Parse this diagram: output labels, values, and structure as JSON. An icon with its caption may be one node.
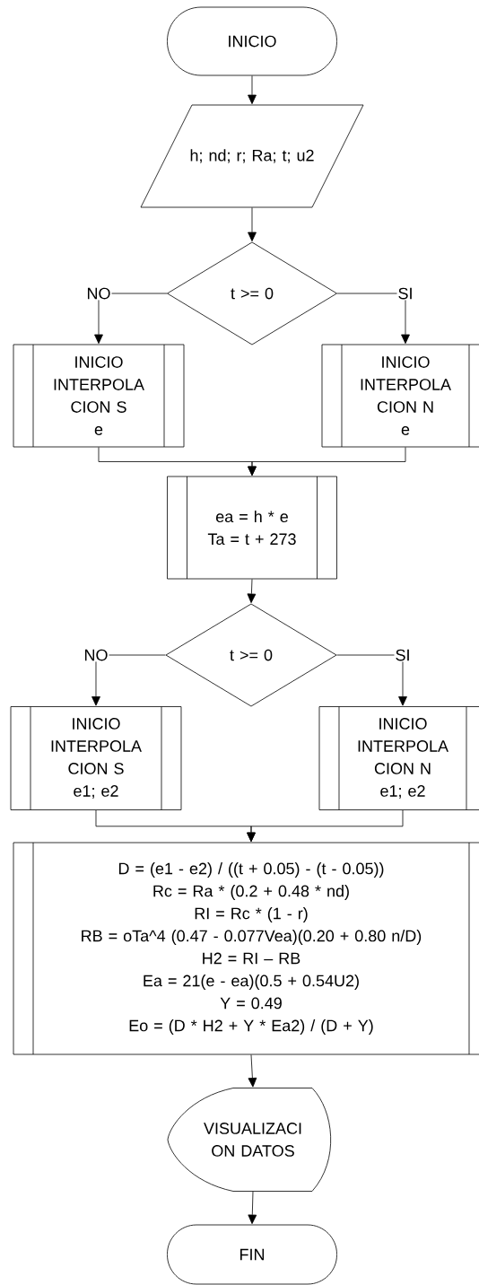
{
  "diagram": {
    "nodes": [
      {
        "text": [
          "INICIO"
        ]
      },
      {
        "text": [
          "h; nd; r; Ra; t; u2"
        ]
      },
      {
        "text": [
          "t >= 0"
        ]
      },
      {
        "text": [
          "INICIO INTERPOLA CION S",
          "e"
        ]
      },
      {
        "text": [
          "INICIO INTERPOLA CION N",
          "e"
        ]
      },
      {
        "text": [
          "ea = h * e",
          "Ta = t + 273"
        ]
      },
      {
        "text": [
          "t >= 0"
        ]
      },
      {
        "text": [
          "INICIO INTERPOLA CION S",
          "e1; e2"
        ]
      },
      {
        "text": [
          "INICIO INTERPOLA CION N",
          "e1; e2"
        ]
      },
      {
        "text": [
          "D = (e1 - e2) / ((t + 0.05) - (t - 0.05))",
          "Rc = Ra * (0.2 + 0.48 * nd)",
          "RI = Rc * (1 - r)",
          "RB = oTa^4 (0.47 - 0.077Vea)(0.20 + 0.80 n/D)",
          "H2 = RI – RB",
          "Ea = 21(e - ea)(0.5 + 0.54U2)",
          "Y = 0.49",
          "Eo = (D * H2 + Y * Ea2) / (D + Y)"
        ]
      },
      {
        "text": [
          "VISUALIZACI ON DATOS"
        ]
      },
      {
        "text": [
          "FIN"
        ]
      }
    ],
    "edges": [
      {
        "from": 0,
        "to": 1,
        "arrow": "to"
      },
      {
        "from": 1,
        "to": 2,
        "arrow": "to"
      },
      {
        "from": 2,
        "to": 3,
        "arrow": "to",
        "label": "NO"
      },
      {
        "from": 2,
        "to": 4,
        "arrow": "to",
        "label": "SI"
      },
      {
        "from": 3,
        "to": 5,
        "arrow": "to"
      },
      {
        "from": 4,
        "to": 5,
        "arrow": "to"
      },
      {
        "from": 5,
        "to": 6,
        "arrow": "to"
      },
      {
        "from": 6,
        "to": 7,
        "arrow": "to",
        "label": "NO"
      },
      {
        "from": 6,
        "to": 8,
        "arrow": "to",
        "label": "SI"
      },
      {
        "from": 7,
        "to": 9,
        "arrow": "to"
      },
      {
        "from": 8,
        "to": 9,
        "arrow": "to"
      },
      {
        "from": 9,
        "to": 10,
        "arrow": "to"
      },
      {
        "from": 10,
        "to": 11,
        "arrow": "to"
      }
    ]
  }
}
